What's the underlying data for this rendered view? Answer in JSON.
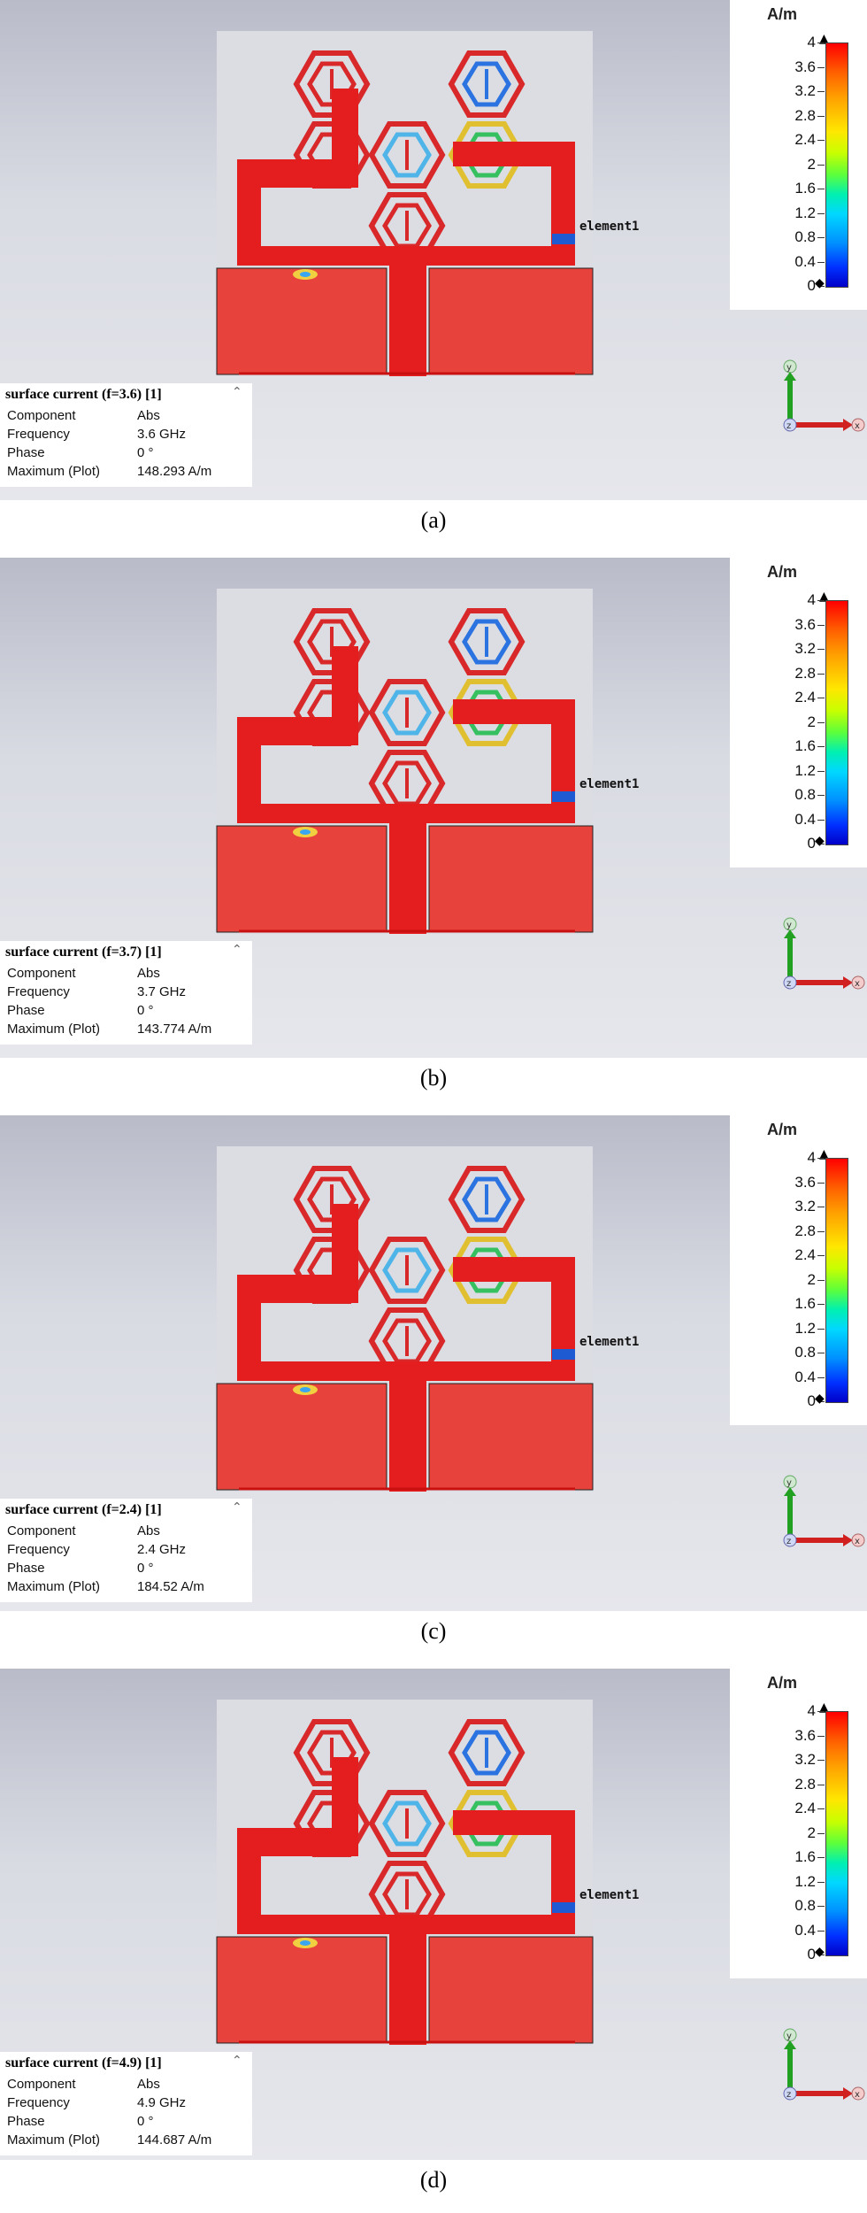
{
  "legend": {
    "unit": "A/m",
    "ticks": [
      "4",
      "3.6",
      "3.2",
      "2.8",
      "2.4",
      "2",
      "1.6",
      "1.2",
      "0.8",
      "0.4",
      "0"
    ]
  },
  "port_label": "element1",
  "info_labels": {
    "component": "Component",
    "frequency": "Frequency",
    "phase": "Phase",
    "maximum": "Maximum (Plot)"
  },
  "axes": {
    "x": "x",
    "y": "y",
    "z": "z"
  },
  "panels": [
    {
      "title": "surface current (f=3.6) [1]",
      "component": "Abs",
      "frequency": "3.6 GHz",
      "phase": "0 °",
      "maximum": "148.293 A/m",
      "caption": "(a)"
    },
    {
      "title": "surface current (f=3.7) [1]",
      "component": "Abs",
      "frequency": "3.7 GHz",
      "phase": "0 °",
      "maximum": "143.774 A/m",
      "caption": "(b)"
    },
    {
      "title": "surface current (f=2.4) [1]",
      "component": "Abs",
      "frequency": "2.4 GHz",
      "phase": "0 °",
      "maximum": "184.52 A/m",
      "caption": "(c)"
    },
    {
      "title": "surface current (f=4.9) [1]",
      "component": "Abs",
      "frequency": "4.9 GHz",
      "phase": "0 °",
      "maximum": "144.687 A/m",
      "caption": "(d)"
    }
  ]
}
